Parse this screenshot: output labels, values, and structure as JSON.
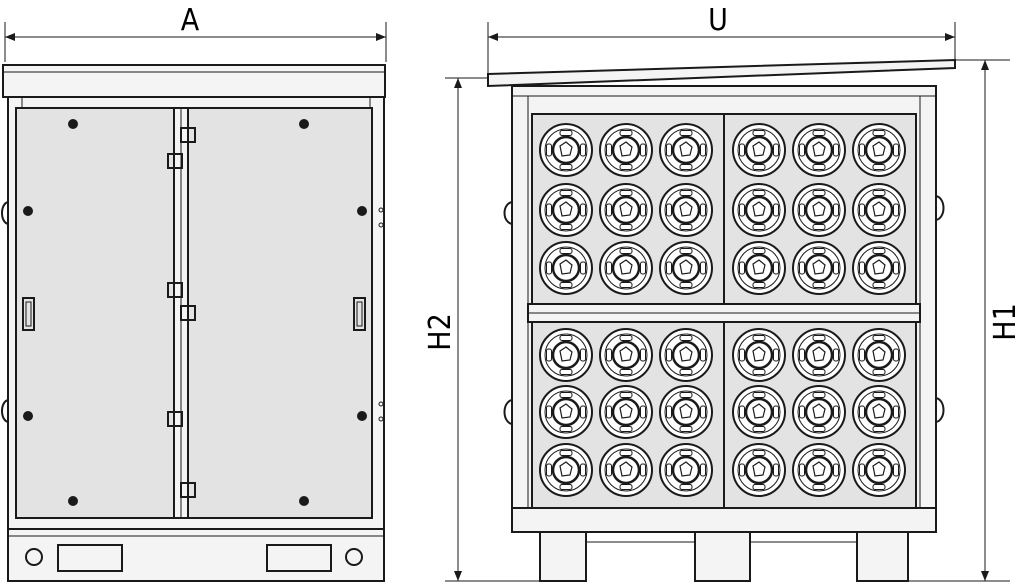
{
  "dimensions": {
    "front_width_label": "A",
    "side_width_label": "U",
    "side_height_inner_label": "H2",
    "side_height_total_label": "H1"
  },
  "side_view": {
    "socket_groups": 4,
    "sockets_per_group": 9
  },
  "colors": {
    "line": "#1a1a1a",
    "panel_fill": "#e3e3e3",
    "frame_fill": "#f4f4f4",
    "background": "#ffffff"
  }
}
